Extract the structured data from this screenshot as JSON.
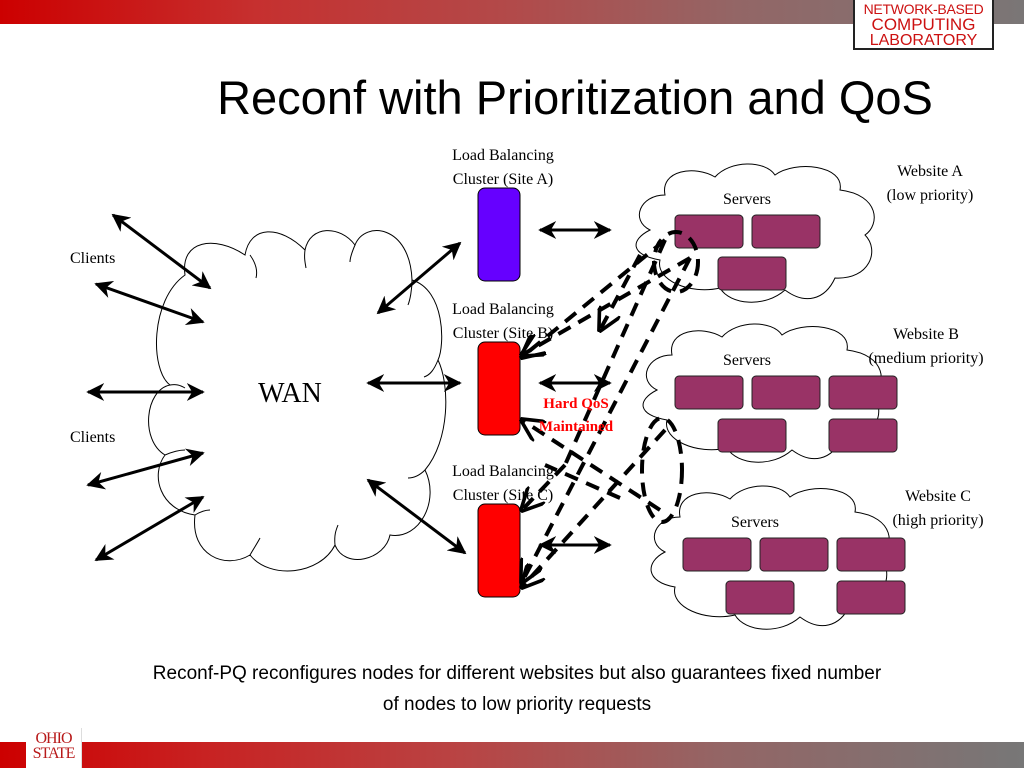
{
  "slide": {
    "title": "Reconf with Prioritization and QoS",
    "caption_line1": "Reconf-PQ reconfigures nodes for different websites but also guarantees fixed number",
    "caption_line2": "of nodes to low priority requests"
  },
  "logos": {
    "lab_line1": "NETWORK-BASED",
    "lab_line2": "COMPUTING",
    "lab_line3": "LABORATORY",
    "university_line1": "OHIO",
    "university_line2": "STATE"
  },
  "diagram": {
    "wan_label": "WAN",
    "clients_top_label": "Clients",
    "clients_bottom_label": "Clients",
    "clusters": [
      {
        "line1": "Load Balancing",
        "line2": "Cluster (Site A)",
        "color": "#6600ff"
      },
      {
        "line1": "Load Balancing",
        "line2": "Cluster (Site B)",
        "color": "#ff0000"
      },
      {
        "line1": "Load Balancing",
        "line2": "Cluster (Site C)",
        "color": "#ff0000"
      }
    ],
    "websites": [
      {
        "name": "Website A",
        "priority": "(low priority)",
        "servers_label": "Servers",
        "server_count": 3
      },
      {
        "name": "Website B",
        "priority": "(medium priority)",
        "servers_label": "Servers",
        "server_count": 5
      },
      {
        "name": "Website C",
        "priority": "(high priority)",
        "servers_label": "Servers",
        "server_count": 5
      }
    ],
    "qos_label_line1": "Hard QoS",
    "qos_label_line2": "Maintained",
    "server_color": "#993366",
    "qos_color": "#ff0000"
  }
}
